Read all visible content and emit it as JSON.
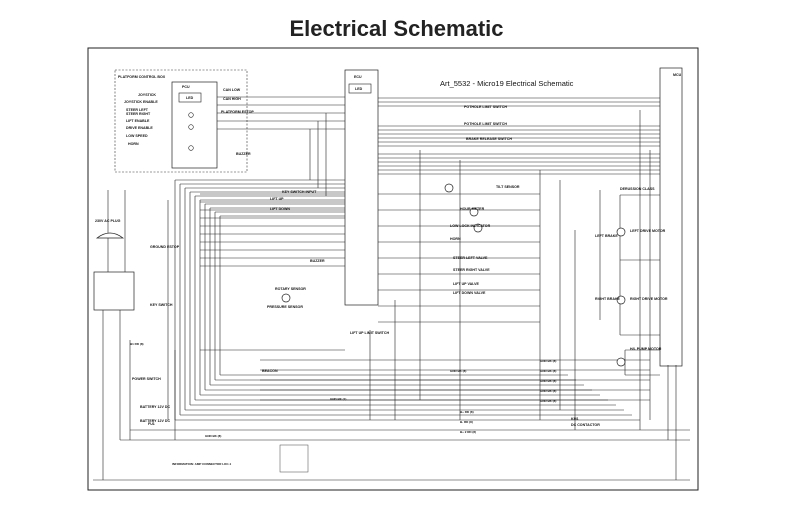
{
  "title": "Electrical Schematic",
  "subtitle": "Art_5532 - Micro19 Electrical Schematic",
  "boxes": {
    "platform_control_box": "PLATFORM CONTROL BOX",
    "pcu": "PCU",
    "pcu_led": "LED",
    "ecu": "ECU",
    "ecu_led": "LED",
    "mcu": "MCU"
  },
  "components": [
    "JOYSTICK",
    "JOYSTICK ENABLE",
    "STEER LEFT",
    "STEER RIGHT",
    "LIFT ENABLE",
    "DRIVE ENABLE",
    "LOW SPEED",
    "HORN",
    "CAN LOW",
    "CAN HIGH",
    "PLATFORM ESTOP",
    "BUZZER",
    "POTHOLE LIMIT SWITCH",
    "POTHOLE LIMIT SWITCH",
    "BRAKE RELEASE SWITCH",
    "TILT SENSOR",
    "HOUR METER",
    "LOW LOCK INDICATOR",
    "HORN",
    "STEER LEFT VALVE",
    "STEER RIGHT VALVE",
    "LIFT UP VALVE",
    "LIFT DOWN VALVE",
    "KEY SWITCH INPUT",
    "LIFT UP",
    "LIFT DOWN",
    "BUZZER",
    "ROTARY SENSOR",
    "PRESSURE SENSOR",
    "LIFT UP LIMIT SWITCH",
    "BEACON",
    "230V AC PLUG",
    "GROUND ESTOP",
    "KEY SWITCH",
    "POWER SWITCH",
    "BATTERY 12V DC",
    "BATTERY 12V DC",
    "FU1",
    "LEFT BRAKE",
    "LEFT DRIVE MOTOR",
    "RIGHT BRAKE",
    "RIGHT DRIVE MOTOR",
    "H/L PUMP MOTOR",
    "KM1",
    "DC CONTACTOR",
    "DERUSSION CLASS"
  ],
  "wire_labels": [
    "GND BK (8)",
    "GND BK (8)",
    "GND BK (8)",
    "GND BK (8)",
    "GND BK (8)",
    "GND BK (8)",
    "GND BK (1)",
    "GND BK (8)",
    "B+ RD (8)",
    "B- RD (8)",
    "B+ 2 RD (8)",
    "B1 RD (8)"
  ],
  "note": "INFORMATION: AMP CONNECTOR LOC-1",
  "colors": {
    "line": "#222222",
    "background": "#ffffff"
  }
}
